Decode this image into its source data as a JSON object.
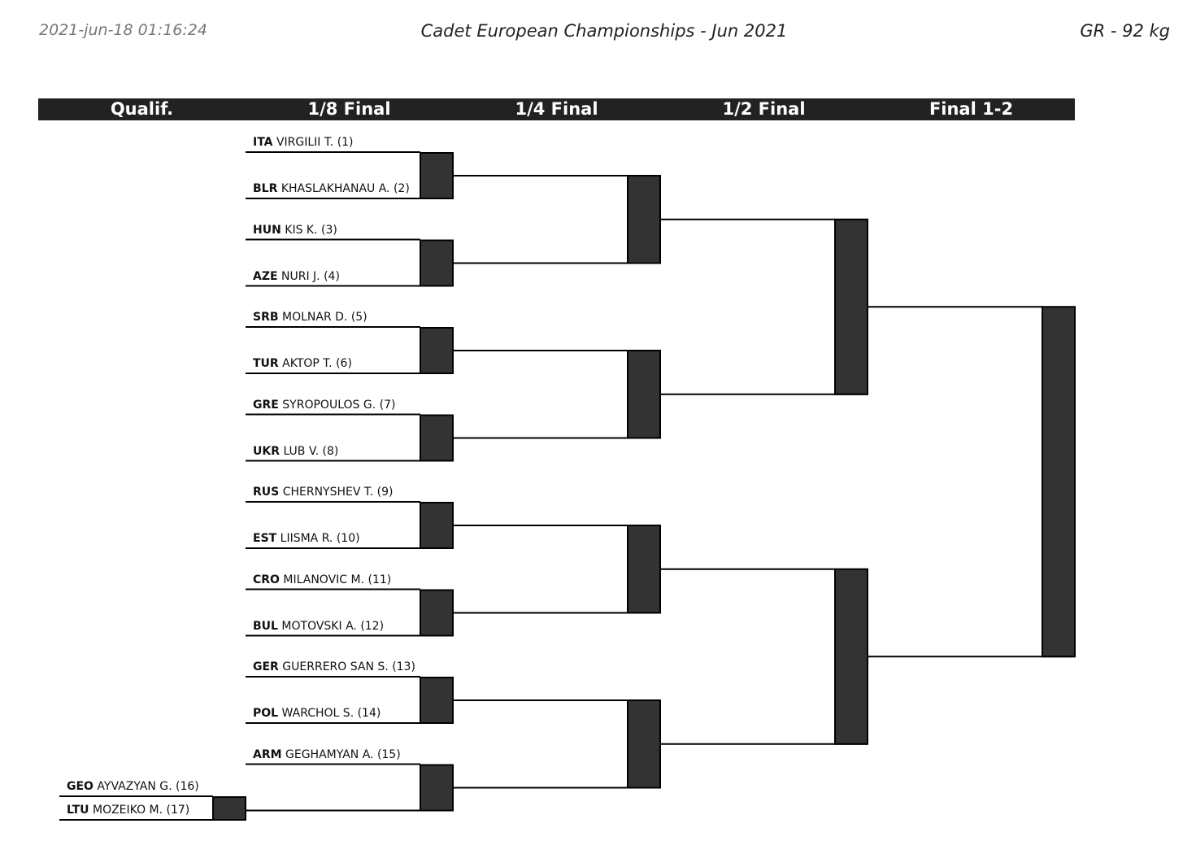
{
  "header": {
    "timestamp": "2021-jun-18 01:16:24",
    "title": "Cadet European Championships - Jun 2021",
    "category": "GR - 92 kg"
  },
  "rounds": [
    "Qualif.",
    "1/8 Final",
    "1/4 Final",
    "1/2 Final",
    "Final 1-2"
  ],
  "colors": {
    "bar": "#222222",
    "box": "#333333",
    "line": "#000000"
  },
  "qualification": [
    {
      "country": "GEO",
      "name": "AYVAZYAN G.",
      "seed": "(16)"
    },
    {
      "country": "LTU",
      "name": "MOZEIKO M.",
      "seed": "(17)"
    }
  ],
  "bracket": [
    {
      "country": "ITA",
      "name": "VIRGILII T.",
      "seed": "(1)"
    },
    {
      "country": "BLR",
      "name": "KHASLAKHANAU A.",
      "seed": "(2)"
    },
    {
      "country": "HUN",
      "name": "KIS K.",
      "seed": "(3)"
    },
    {
      "country": "AZE",
      "name": "NURI J.",
      "seed": "(4)"
    },
    {
      "country": "SRB",
      "name": "MOLNAR D.",
      "seed": "(5)"
    },
    {
      "country": "TUR",
      "name": "AKTOP T.",
      "seed": "(6)"
    },
    {
      "country": "GRE",
      "name": "SYROPOULOS G.",
      "seed": "(7)"
    },
    {
      "country": "UKR",
      "name": "LUB V.",
      "seed": "(8)"
    },
    {
      "country": "RUS",
      "name": "CHERNYSHEV T.",
      "seed": "(9)"
    },
    {
      "country": "EST",
      "name": "LIISMA R.",
      "seed": "(10)"
    },
    {
      "country": "CRO",
      "name": "MILANOVIC M.",
      "seed": "(11)"
    },
    {
      "country": "BUL",
      "name": "MOTOVSKI A.",
      "seed": "(12)"
    },
    {
      "country": "GER",
      "name": "GUERRERO SAN S.",
      "seed": "(13)"
    },
    {
      "country": "POL",
      "name": "WARCHOL S.",
      "seed": "(14)"
    },
    {
      "country": "ARM",
      "name": "GEGHAMYAN A.",
      "seed": "(15)"
    },
    {
      "country": "",
      "name": "",
      "seed": ""
    }
  ]
}
